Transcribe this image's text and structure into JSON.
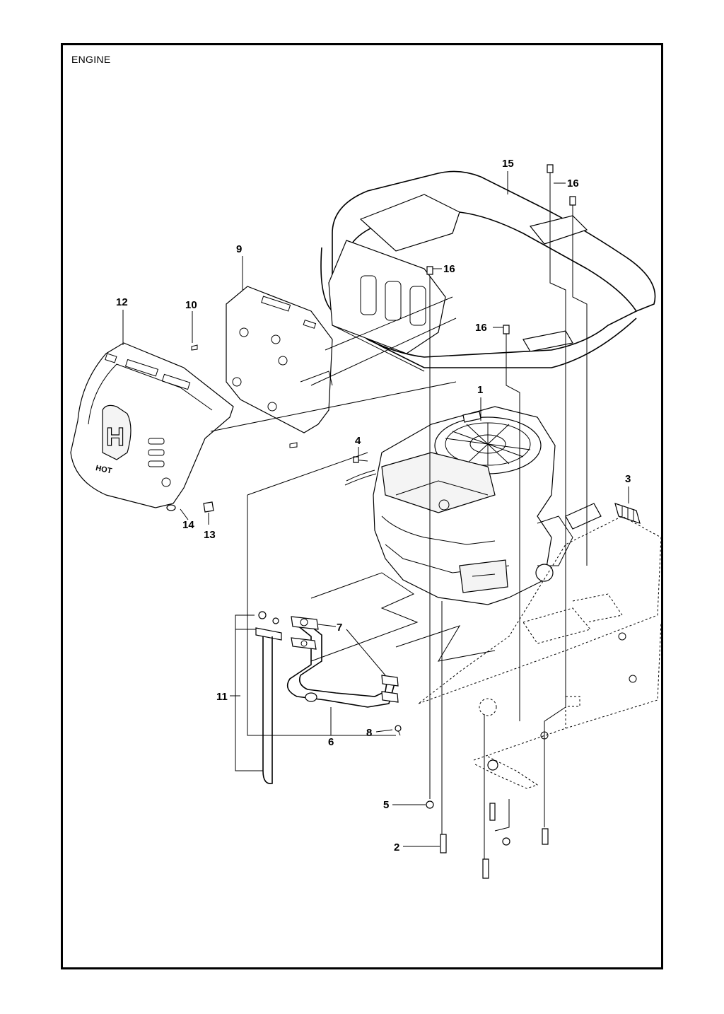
{
  "title": "ENGINE",
  "callouts": [
    "1",
    "2",
    "3",
    "4",
    "5",
    "6",
    "7",
    "8",
    "9",
    "10",
    "11",
    "12",
    "13",
    "14",
    "15",
    "16",
    "16",
    "16"
  ],
  "logo": {
    "letter": "H",
    "text": "HOT"
  }
}
